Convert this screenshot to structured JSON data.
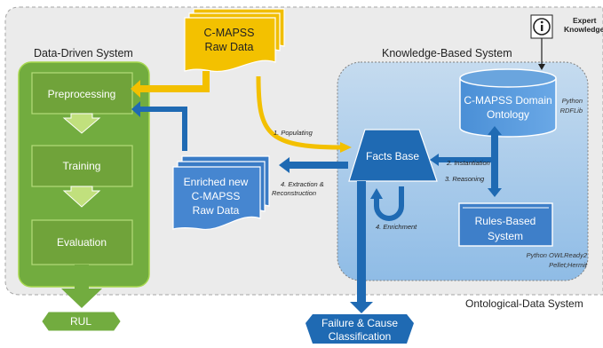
{
  "expert": {
    "line1": "Expert",
    "line2": "Knowledge"
  },
  "ontological_system": {
    "label": "Ontological-Data System"
  },
  "data_driven": {
    "title": "Data-Driven System",
    "steps": [
      "Preprocessing",
      "Training",
      "Evaluation"
    ],
    "output": "RUL"
  },
  "raw_data": {
    "line1": "C-MAPSS",
    "line2": "Raw Data"
  },
  "knowledge_based": {
    "title": "Knowledge-Based System",
    "ontology": {
      "line1": "C-MAPSS Domain",
      "line2": "Ontology"
    },
    "ontology_note": {
      "line1": "Python",
      "line2": "RDFLib"
    },
    "facts_base": "Facts Base",
    "rules": {
      "line1": "Rules-Based",
      "line2": "System"
    },
    "rules_note": {
      "line1": "Python OWLReady2",
      "line2": "Pellet;Hermit"
    }
  },
  "enriched": {
    "line1": "Enriched new",
    "line2": "C-MAPSS",
    "line3": "Raw Data"
  },
  "edges": {
    "populating": "1. Populating",
    "instantiation": "2. Instantiation",
    "reasoning": "3. Reasoning",
    "extraction_1": "4. Extraction &",
    "extraction_2": "Reconstruction",
    "enrichment": "4. Enrichment"
  },
  "failure": {
    "line1": "Failure & Cause",
    "line2": "Classification"
  },
  "colors": {
    "green": "#72ac3f",
    "green_box": "#73a93c",
    "blue": "#1f6ab3",
    "yellow": "#f3c000",
    "kb_bg": "#9dc3e6"
  }
}
